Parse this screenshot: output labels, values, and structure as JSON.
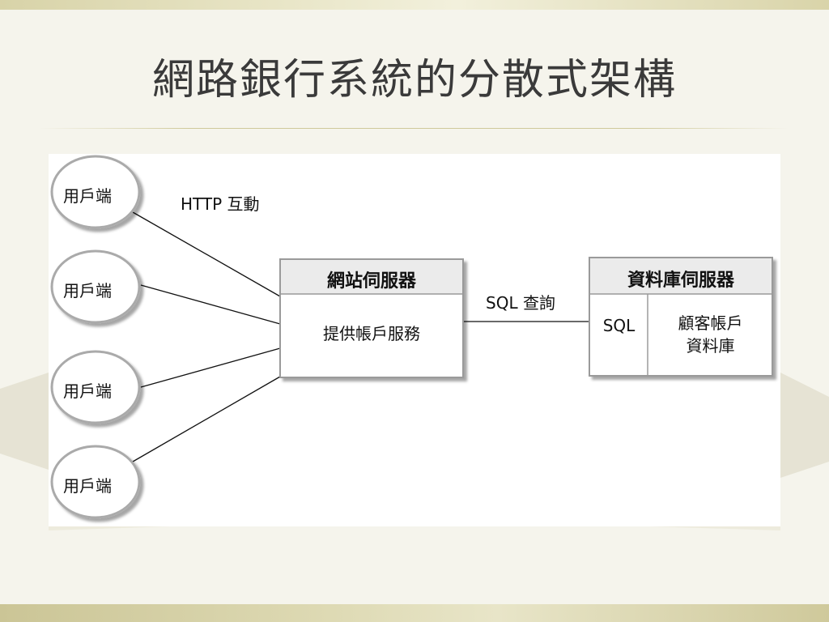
{
  "slide": {
    "title": "網路銀行系統的分散式架構"
  },
  "diagram": {
    "clients": [
      {
        "label": "用戶端"
      },
      {
        "label": "用戶端"
      },
      {
        "label": "用戶端"
      },
      {
        "label": "用戶端"
      }
    ],
    "http_label": "HTTP 互動",
    "web_server": {
      "title": "網站伺服器",
      "body": "提供帳戶服務"
    },
    "sql_query_label": "SQL 查詢",
    "db_server": {
      "title": "資料庫伺服器",
      "left_cell": "SQL",
      "right_cell_line1": "顧客帳戶",
      "right_cell_line2": "資料庫"
    }
  }
}
